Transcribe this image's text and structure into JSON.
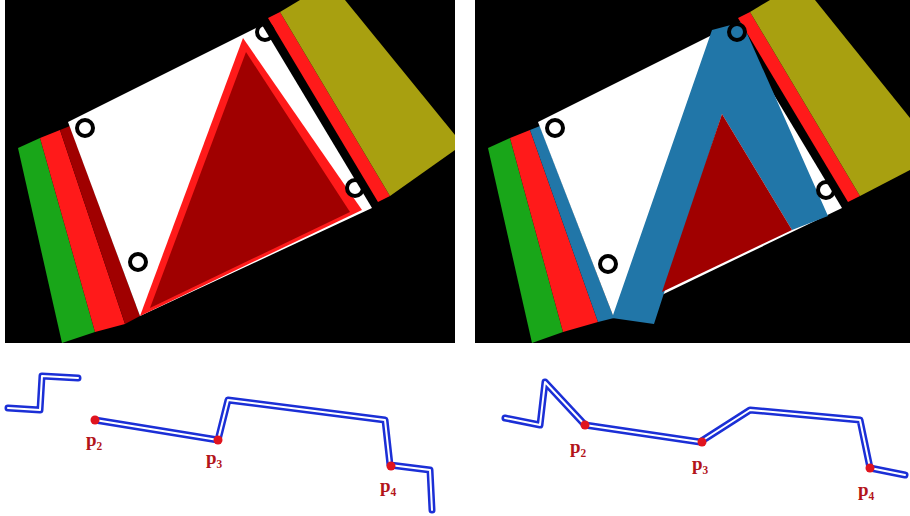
{
  "diagram": {
    "labels": [
      "p₂",
      "p₃",
      "p₄",
      "p₂",
      "p₃",
      "p₄"
    ]
  }
}
